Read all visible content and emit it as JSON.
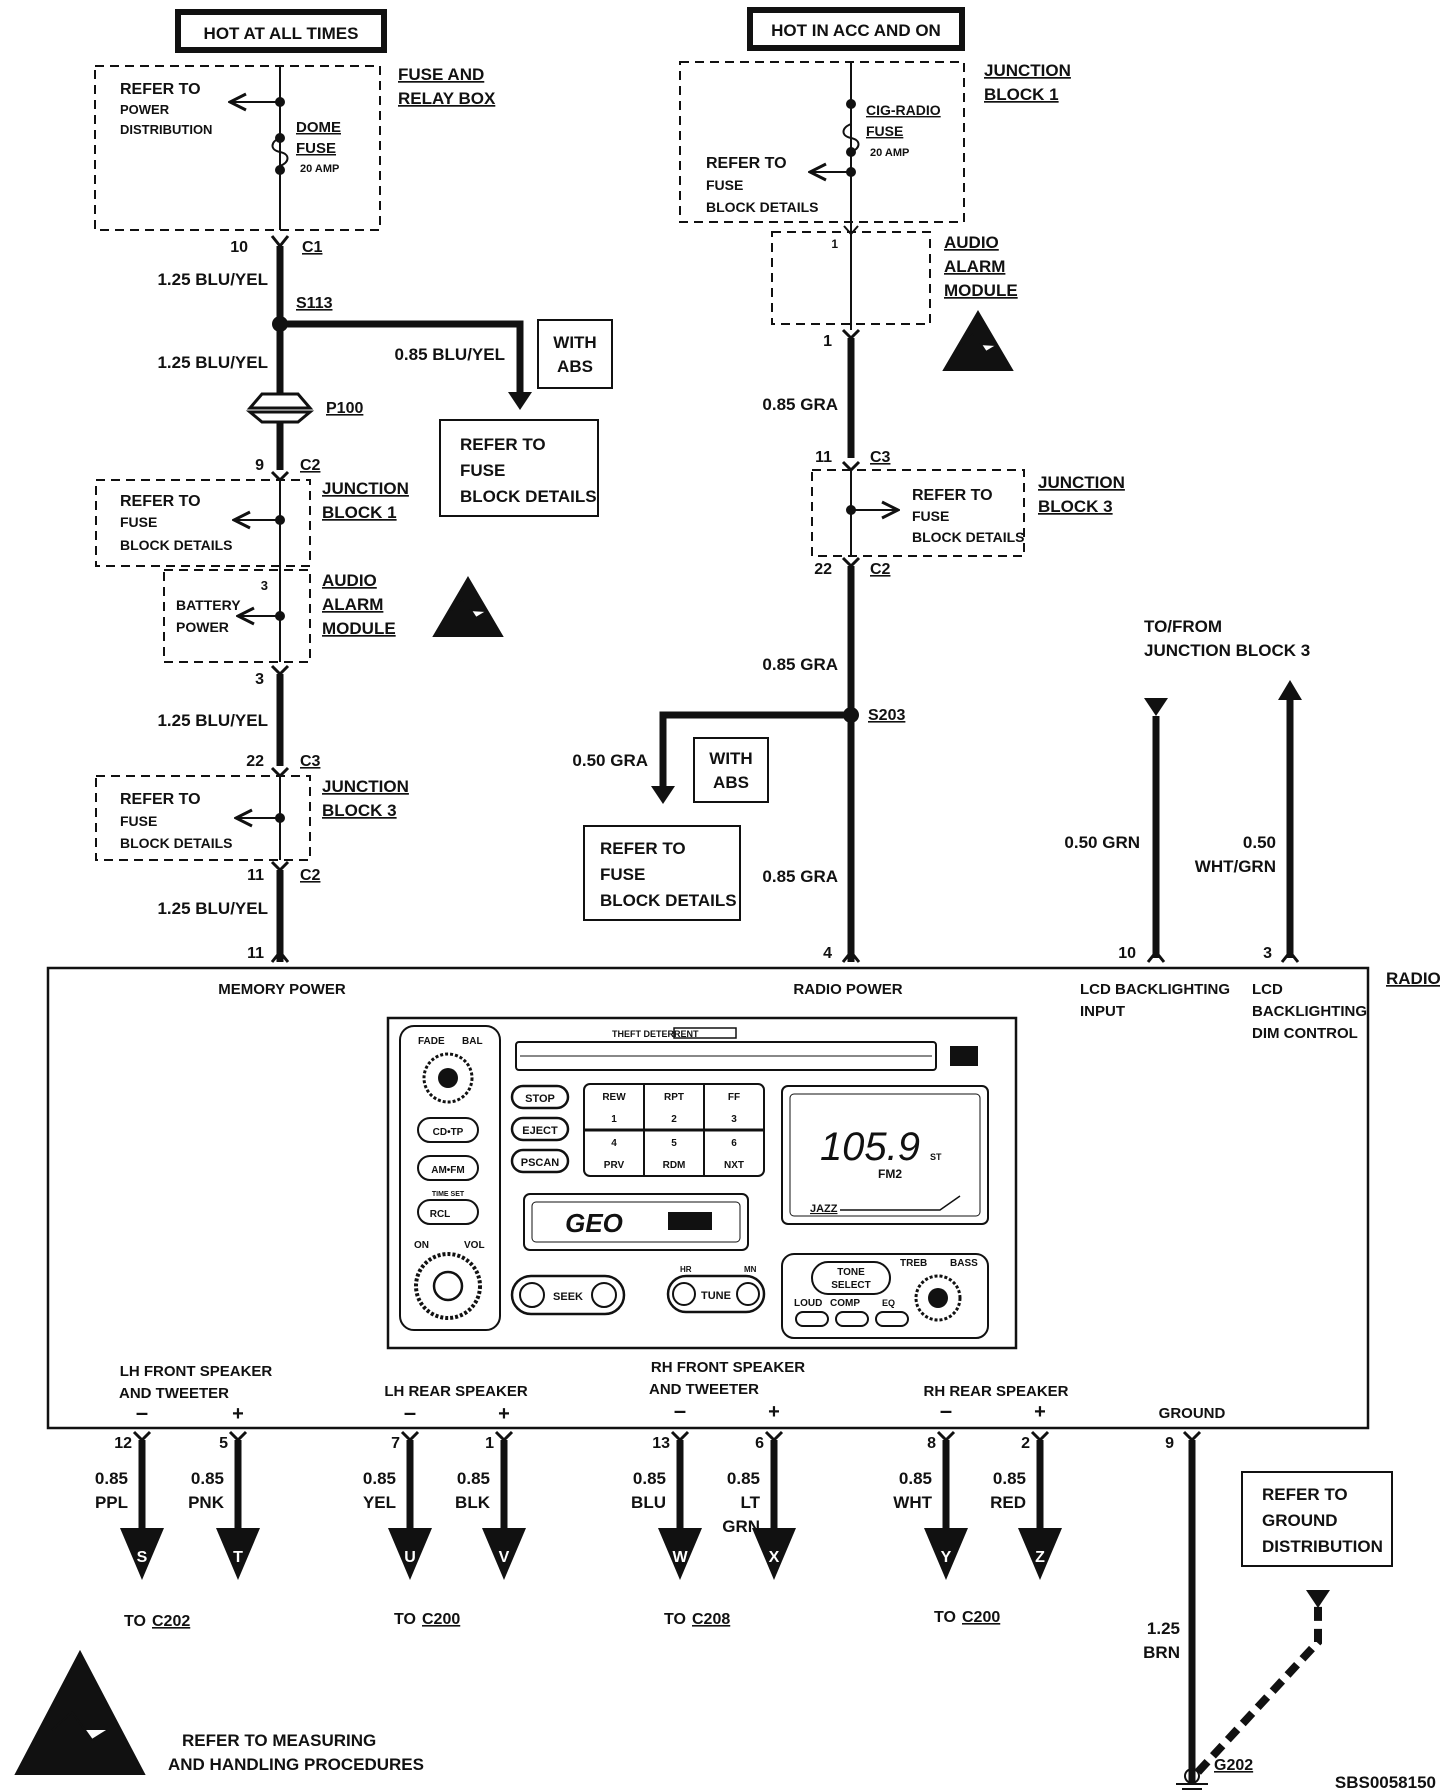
{
  "top_left": {
    "hot_label": "HOT AT ALL TIMES",
    "box_title": [
      "FUSE AND",
      "RELAY BOX"
    ],
    "refer": [
      "REFER TO",
      "POWER",
      "DISTRIBUTION"
    ],
    "fuse_name": [
      "DOME",
      "FUSE"
    ],
    "fuse_rating": "20 AMP",
    "pin": "10",
    "conn": "C1",
    "wire1": "1.25 BLU/YEL",
    "splice": "S113",
    "wire2": "1.25 BLU/YEL",
    "branch_wire": "0.85 BLU/YEL",
    "with_abs": [
      "WITH",
      "ABS"
    ],
    "branch_refer": [
      "REFER TO",
      "FUSE",
      "BLOCK DETAILS"
    ],
    "p100": "P100",
    "jb1_pin": "9",
    "jb1_conn": "C2",
    "jb1_refer": [
      "REFER TO",
      "FUSE",
      "BLOCK DETAILS"
    ],
    "jb1_title": [
      "JUNCTION",
      "BLOCK 1"
    ],
    "aam_pin_in": "3",
    "aam_inner": [
      "BATTERY",
      "POWER"
    ],
    "aam_title": [
      "AUDIO",
      "ALARM",
      "MODULE"
    ],
    "aam_pin_out": "3",
    "wire3": "1.25 BLU/YEL",
    "jb3_pin": "22",
    "jb3_conn": "C3",
    "jb3_refer": [
      "REFER TO",
      "FUSE",
      "BLOCK DETAILS"
    ],
    "jb3_title": [
      "JUNCTION",
      "BLOCK 3"
    ],
    "jb3_out_pin": "11",
    "jb3_out_conn": "C2",
    "wire4": "1.25 BLU/YEL",
    "radio_pin": "11"
  },
  "top_right": {
    "hot_label": "HOT IN ACC AND ON",
    "jb1_title": [
      "JUNCTION",
      "BLOCK 1"
    ],
    "fuse_name": [
      "CIG-RADIO",
      "FUSE"
    ],
    "fuse_rating": "20 AMP",
    "refer": [
      "REFER TO",
      "FUSE",
      "BLOCK DETAILS"
    ],
    "aam_inner_pin": "1",
    "aam_title": [
      "AUDIO",
      "ALARM",
      "MODULE"
    ],
    "aam_pin_out": "1",
    "wire1": "0.85 GRA",
    "jb3_pin": "11",
    "jb3_conn": "C3",
    "jb3_refer": [
      "REFER TO",
      "FUSE",
      "BLOCK DETAILS"
    ],
    "jb3_title": [
      "JUNCTION",
      "BLOCK 3"
    ],
    "jb3_out_pin": "22",
    "jb3_out_conn": "C2",
    "wire2": "0.85 GRA",
    "splice": "S203",
    "branch_wire": "0.50 GRA",
    "with_abs": [
      "WITH",
      "ABS"
    ],
    "branch_refer": [
      "REFER TO",
      "FUSE",
      "BLOCK DETAILS"
    ],
    "wire3": "0.85 GRA",
    "radio_pin": "4"
  },
  "lcd": {
    "to_from": [
      "TO/FROM",
      "JUNCTION BLOCK 3"
    ],
    "wire_in": "0.50 GRN",
    "wire_out": [
      "0.50",
      "WHT/GRN"
    ],
    "pin_in": "10",
    "pin_out": "3"
  },
  "radio": {
    "title": "RADIO",
    "memory_power": "MEMORY POWER",
    "radio_power": "RADIO POWER",
    "lcd_input": [
      "LCD BACKLIGHTING",
      "INPUT"
    ],
    "lcd_dim": [
      "LCD",
      "BACKLIGHTING",
      "DIM CONTROL"
    ],
    "faceplate": {
      "theft": "THEFT DETERRENT",
      "fade": "FADE",
      "bal": "BAL",
      "on": "ON",
      "vol": "VOL",
      "time_set": "TIME SET",
      "buttons_left": [
        "CD•TP",
        "AM•FM",
        "RCL"
      ],
      "buttons_mid": [
        "STOP",
        "EJECT",
        "PSCAN"
      ],
      "preset_top": [
        "REW",
        "RPT",
        "FF"
      ],
      "preset_num1": [
        "1",
        "2",
        "3"
      ],
      "preset_num2": [
        "4",
        "5",
        "6"
      ],
      "preset_bottom": [
        "PRV",
        "RDM",
        "NXT"
      ],
      "freq": "105.9",
      "st": "ST",
      "band": "FM2",
      "genre": "JAZZ",
      "brand": "GEO",
      "seek": "SEEK",
      "tune": "TUNE",
      "hr": "HR",
      "mn": "MN",
      "tone": [
        "TONE",
        "SELECT"
      ],
      "treb": "TREB",
      "bass": "BASS",
      "loud": "LOUD",
      "comp": "COMP",
      "eq": "EQ"
    },
    "speaker_headers": [
      [
        "LH FRONT SPEAKER",
        "AND TWEETER"
      ],
      [
        "LH REAR SPEAKER",
        ""
      ],
      [
        "RH FRONT SPEAKER",
        "AND TWEETER"
      ],
      [
        "RH REAR SPEAKER",
        ""
      ]
    ],
    "ground_label": "GROUND"
  },
  "outputs": [
    {
      "pin": "12",
      "wire": [
        "0.85",
        "PPL"
      ],
      "letter": "S"
    },
    {
      "pin": "5",
      "wire": [
        "0.85",
        "PNK"
      ],
      "letter": "T"
    },
    {
      "pin": "7",
      "wire": [
        "0.85",
        "YEL"
      ],
      "letter": "U"
    },
    {
      "pin": "1",
      "wire": [
        "0.85",
        "BLK"
      ],
      "letter": "V"
    },
    {
      "pin": "13",
      "wire": [
        "0.85",
        "BLU"
      ],
      "letter": "W"
    },
    {
      "pin": "6",
      "wire": [
        "0.85",
        "LT",
        "GRN"
      ],
      "letter": "X"
    },
    {
      "pin": "8",
      "wire": [
        "0.85",
        "WHT"
      ],
      "letter": "Y"
    },
    {
      "pin": "2",
      "wire": [
        "0.85",
        "RED"
      ],
      "letter": "Z"
    }
  ],
  "to_labels": [
    {
      "to": "TO",
      "conn": "C202"
    },
    {
      "to": "TO",
      "conn": "C200"
    },
    {
      "to": "TO",
      "conn": "C208"
    },
    {
      "to": "TO",
      "conn": "C200"
    }
  ],
  "ground": {
    "pin": "9",
    "wire": [
      "1.25",
      "BRN"
    ],
    "refer": [
      "REFER TO",
      "GROUND",
      "DISTRIBUTION"
    ],
    "g": "G202"
  },
  "footer": {
    "esd_text": [
      "REFER TO  MEASURING",
      "AND HANDLING PROCEDURES"
    ],
    "code": "SBS0058150"
  }
}
